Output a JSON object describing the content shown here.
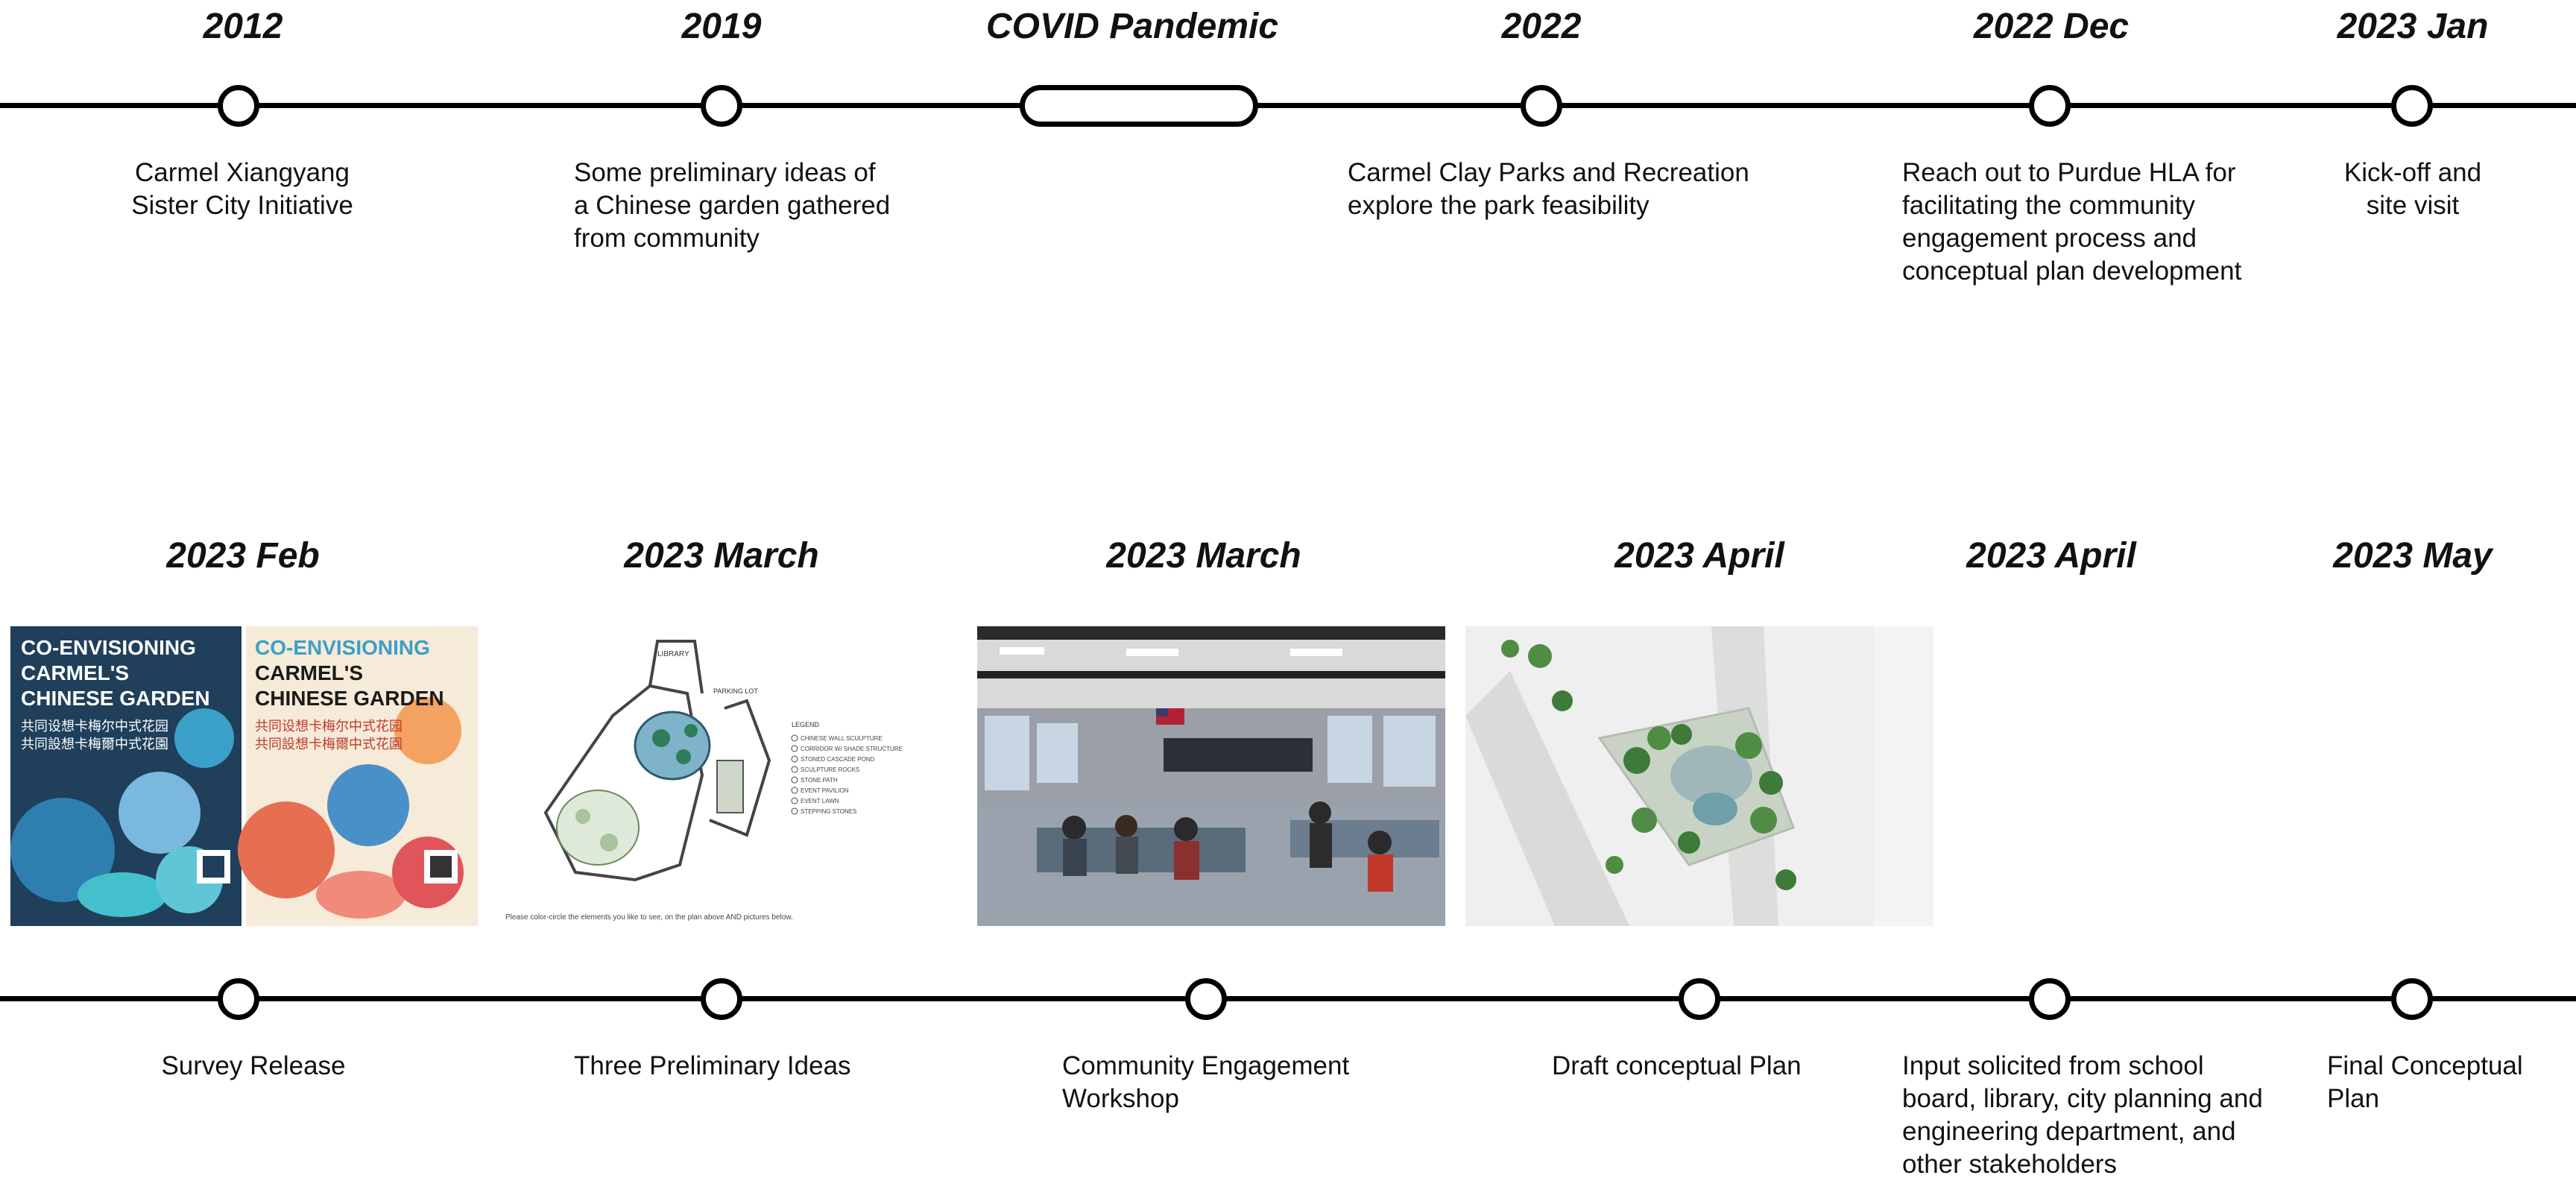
{
  "timeline_top": [
    {
      "date": "2012",
      "desc": "Carmel Xiangyang\nSister City Initiative"
    },
    {
      "date": "2019",
      "desc": "Some preliminary ideas of\na Chinese garden gathered\nfrom community"
    },
    {
      "date": "COVID Pandemic",
      "desc": ""
    },
    {
      "date": "2022",
      "desc": "Carmel Clay Parks and Recreation\nexplore the park feasibility"
    },
    {
      "date": "2022 Dec",
      "desc": "Reach out to Purdue HLA for\nfacilitating the community\nengagement process and\nconceptual plan development"
    },
    {
      "date": "2023 Jan",
      "desc": "Kick-off and\nsite visit"
    }
  ],
  "timeline_bottom": [
    {
      "date": "2023 Feb",
      "desc": "Survey Release"
    },
    {
      "date": "2023 March",
      "desc": "Three Preliminary Ideas"
    },
    {
      "date": "2023 March",
      "desc": "Community Engagement\nWorkshop"
    },
    {
      "date": "2023 April",
      "desc": "Draft conceptual Plan"
    },
    {
      "date": "2023 April",
      "desc": "Input solicited from school\nboard, library, city planning and\nengineering department, and\nother stakeholders"
    },
    {
      "date": "2023 May",
      "desc": "Final Conceptual\nPlan"
    }
  ],
  "poster": {
    "title_line1": "CO-ENVISIONING",
    "title_line2": "CARMEL'S",
    "title_line3": "CHINESE GARDEN",
    "subtitle_line1": "共同设想卡梅尔中式花园",
    "subtitle_line2": "共同設想卡梅爾中式花園"
  },
  "plan": {
    "label_library": "LIBRARY",
    "label_walkway": "PARKING LOT",
    "legend_title": "LEGEND",
    "legend_items": [
      "CHINESE WALL SCULPTURE",
      "CORRIDOR W/ SHADE STRUCTURE",
      "STONED CASCADE POND",
      "SCULPTURE ROCKS",
      "STONE PATH",
      "EVENT PAVILION",
      "EVENT LAWN",
      "STEPPING STONES"
    ],
    "caption": "Please color-circle the elements you like to see, on the plan above AND pictures below."
  }
}
